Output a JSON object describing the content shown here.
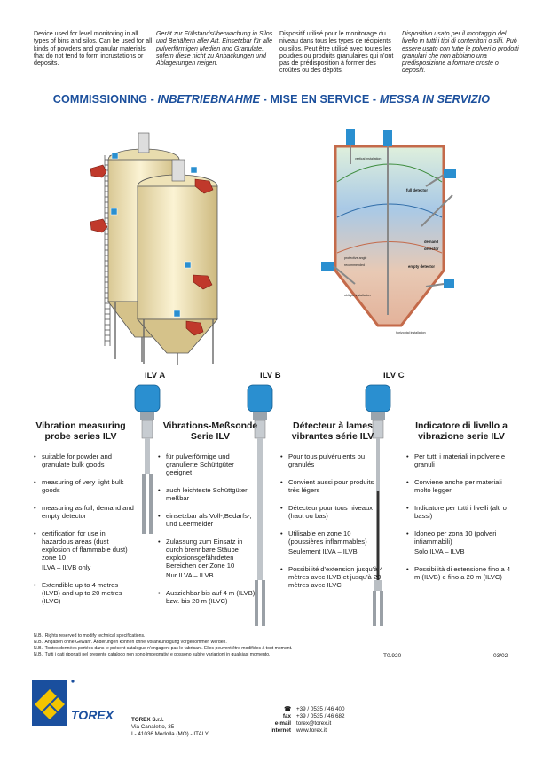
{
  "intro": {
    "en": "Device used for level monitoring in all types of bins and silos. Can be used for all kinds of powders and granular materials that do not tend to form incrustations or deposits.",
    "de": "Gerät zur Füllstandsüberwachung in Silos und Behältern aller Art. Einsetzbar für alle pulverförmigen Medien und Granulate, sofern diese nicht zu Anbackungen und Ablagerungen neigen.",
    "fr": "Dispositif utilisé pour le monitorage du niveau dans tous les types de récipients ou silos. Peut être utilisé avec toutes les poudres ou produits granulaires qui n'ont pas de prédisposition à former des croûtes ou des dépôts.",
    "it": "Dispositivo usato per il montaggio del livello in tutti i tipi di contenitori o silii. Può essere usato con tutte le polveri o prodotti granulari che non abbiano una predisposizione a formare croste o depositi."
  },
  "title": {
    "part1": "COMMISSIONING - ",
    "part2": "INBETRIEBNAHME",
    "part3": " - MISE EN SERVICE - ",
    "part4": "MESSA IN SERVIZIO"
  },
  "diagram": {
    "vertical_installation": "vertical installation",
    "full_detector": "full detector",
    "demand_detector": "demand detector",
    "protective_angle": "protective angle recommended",
    "empty_detector": "empty detector",
    "oblique_installation": "oblique installation",
    "horizontal_installation": "horizontal installation"
  },
  "models": {
    "a": "ILV A",
    "b": "ILV B",
    "c": "ILV C"
  },
  "columns": [
    {
      "title": "Vibration measuring probe series ILV",
      "items": [
        {
          "text": "suitable for powder and granulate bulk goods"
        },
        {
          "text": "measuring of very light bulk goods"
        },
        {
          "text": "measuring as full, demand and empty detector"
        },
        {
          "text": "certification for use in hazardous areas (dust explosion of flammable dust) zone 10",
          "sub": "ILVA – ILVB only"
        },
        {
          "text": "Extendible up to 4 metres (ILVB) and up to 20 metres (ILVC)"
        }
      ]
    },
    {
      "title": "Vibrations-Meßsonde Serie ILV",
      "items": [
        {
          "text": "für pulverförmige und granulierte Schüttgüter geeignet"
        },
        {
          "text": "auch leichteste Schüttgüter meßbar"
        },
        {
          "text": "einsetzbar als Voll-,Bedarfs-, und Leermelder"
        },
        {
          "text": "Zulassung zum Einsatz in durch brennbare Stäube explosionsgefährdeten Bereichen der Zone 10",
          "sub": "Nur ILVA – ILVB"
        },
        {
          "text": "Ausziehbar bis auf 4 m (ILVB) bzw. bis 20 m (ILVC)"
        }
      ]
    },
    {
      "title": "Détecteur à lames vibrantes série ILV",
      "items": [
        {
          "text": "Pour tous pulvérulents ou granulés"
        },
        {
          "text": "Convient aussi pour produits très légers"
        },
        {
          "text": "Détecteur pour tous niveaux (haut ou bas)"
        },
        {
          "text": "Utilisable en zone 10 (poussières inflammables)",
          "sub": "Seulement ILVA – ILVB"
        },
        {
          "text": "Possibilité d'extension jusqu'à 4 mètres avec ILVB et jusqu'à 20 mètres avec ILVC"
        }
      ]
    },
    {
      "title": "Indicatore di livello a vibrazione serie ILV",
      "items": [
        {
          "text": "Per tutti i materiali in polvere e granuli"
        },
        {
          "text": "Conviene anche per materiali molto leggeri"
        },
        {
          "text": "Indicatore per tutti i livelli (alti o bassi)"
        },
        {
          "text": "Idoneo per zona 10 (polveri infiammabili)",
          "sub": "Solo ILVA – ILVB"
        },
        {
          "text": "Possibilità di estensione fino a 4 m (ILVB) e fino a 20 m (ILVC)"
        }
      ]
    }
  ],
  "notes": [
    "N.B.: Rights reserved to modify technical specifications.",
    "N.B.: Angaben ohne Gewähr. Änderungen können ohne Vorankündigung vorgenommen werden.",
    "N.B.: Toutes données portées dans le présent catalogue n'engagent pas le fabricant. Elles peuvent être modifiées à tout moment.",
    "N.B.: Tutti i dati riportati nel presente catalogo non sono impegnativi e possono subire variazioni in qualsiasi momento."
  ],
  "doc_code": "T0.920",
  "doc_date": "03/02",
  "company": {
    "logo_text": "TOREX",
    "name": "TOREX S.r.l.",
    "street": "Via Canaletto, 35",
    "city": "I - 41036 Medolla (MO) - ITALY",
    "phone_label": "☎",
    "phone": "+39 / 0535 / 46 400",
    "fax_label": "fax",
    "fax": "+39 / 0535 / 46 682",
    "email_label": "e-mail",
    "email": "torex@torex.it",
    "internet_label": "internet",
    "internet": "www.torex.it"
  },
  "colors": {
    "title_blue": "#1b4f9c",
    "probe_blue": "#2a8fd0",
    "silo_cream": "#f1e3b8",
    "silo_red_hand": "#c0392b",
    "logo_yellow": "#f2c400",
    "logo_blue": "#1a4f9e"
  }
}
